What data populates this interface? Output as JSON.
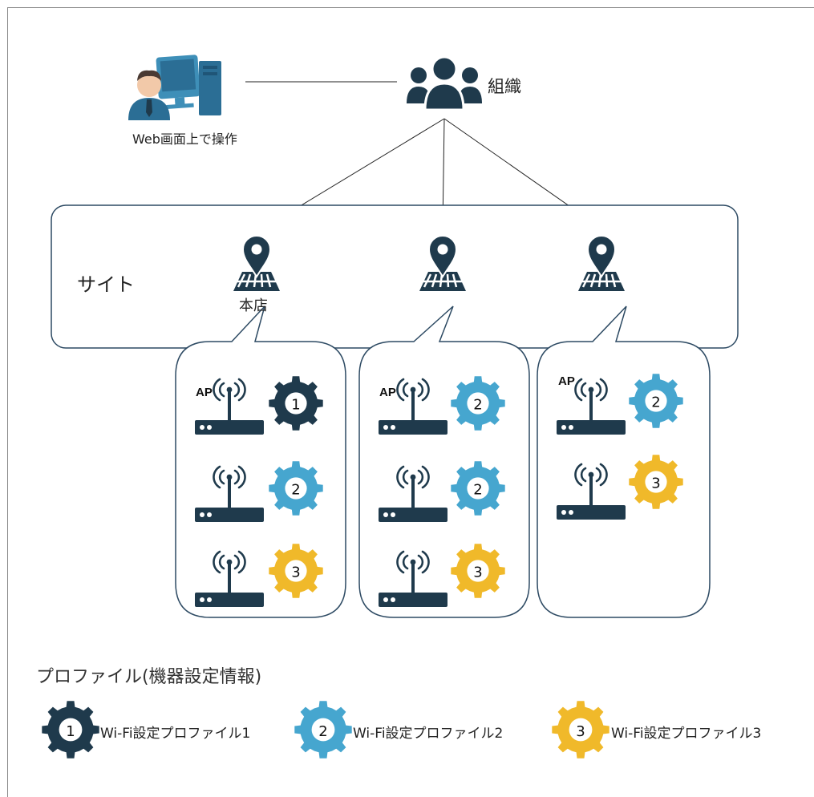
{
  "labels": {
    "operator": "Web画面上で操作",
    "organization": "組織",
    "site": "サイト",
    "site_main": "本店",
    "ap_tag": "AP"
  },
  "legend": {
    "title": "プロファイル(機器設定情報)",
    "items": [
      {
        "number": "1",
        "label": "Wi-Fi設定プロファイル1",
        "color": "#1f3a4c"
      },
      {
        "number": "2",
        "label": "Wi-Fi設定プロファイル2",
        "color": "#46a6cf"
      },
      {
        "number": "3",
        "label": "Wi-Fi設定プロファイル3",
        "color": "#f0b92a"
      }
    ]
  },
  "sites": [
    {
      "name": "本店",
      "access_points": [
        {
          "profile": "1",
          "tagged": true
        },
        {
          "profile": "2"
        },
        {
          "profile": "3"
        }
      ]
    },
    {
      "name": "",
      "access_points": [
        {
          "profile": "2",
          "tagged": true
        },
        {
          "profile": "2"
        },
        {
          "profile": "3"
        }
      ]
    },
    {
      "name": "",
      "access_points": [
        {
          "profile": "2",
          "tagged": true
        },
        {
          "profile": "3"
        }
      ]
    }
  ],
  "colors": {
    "dark": "#1f3a4c",
    "blue": "#46a6cf",
    "yellow": "#f0b92a",
    "border": "#2d4a63"
  },
  "icons": [
    "operator-pc-icon",
    "organization-people-icon",
    "map-pin-icon",
    "wifi-router-icon",
    "gear-icon"
  ]
}
